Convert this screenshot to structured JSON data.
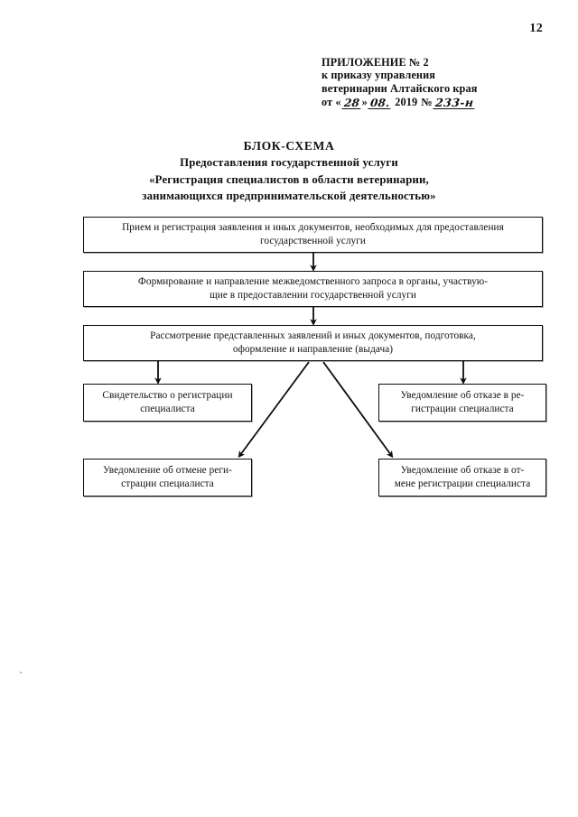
{
  "page": {
    "number": "12"
  },
  "header": {
    "lines": [
      "ПРИЛОЖЕНИЕ № 2",
      "к приказу управления",
      "ветеринарии Алтайского края"
    ],
    "date_prefix": "от «",
    "date_day": "28",
    "date_quote": "»",
    "date_month": "08.",
    "date_year": "2019",
    "number_sign": "№",
    "order_number": "233-н"
  },
  "title": {
    "line1": "БЛОК-СХЕМА",
    "line2": "Предоставления государственной услуги",
    "line3": "«Регистрация специалистов в области ветеринарии,",
    "line4": "занимающихся предпринимательской деятельностью»"
  },
  "flowchart": {
    "type": "flowchart",
    "nodes": [
      {
        "id": "intake",
        "line1": "Прием и регистрация заявления и иных документов, необходимых для предоставления",
        "line2": "государственной услуги"
      },
      {
        "id": "request",
        "line1": "Формирование и направление межведомственного запроса в органы, участвую-",
        "line2": "щие в предоставлении государственной услуги"
      },
      {
        "id": "review",
        "line1": "Рассмотрение представленных заявлений и иных документов, подготовка,",
        "line2": "оформление и направление (выдача)"
      },
      {
        "id": "cert",
        "line1": "Свидетельство о регистрации",
        "line2": "специалиста"
      },
      {
        "id": "refuse",
        "line1": "Уведомление об отказе в ре-",
        "line2": "гистрации специалиста"
      },
      {
        "id": "cancel",
        "line1": "Уведомление об отмене реги-",
        "line2": "страции специалиста"
      },
      {
        "id": "refcancel",
        "line1": "Уведомление об отказе в от-",
        "line2": "мене регистрации специалиста"
      }
    ],
    "edges": [
      {
        "from": "intake",
        "to": "request",
        "style": "vertical-arrow"
      },
      {
        "from": "request",
        "to": "review",
        "style": "vertical-arrow"
      },
      {
        "from": "review",
        "to": "cert",
        "style": "vertical-arrow"
      },
      {
        "from": "review",
        "to": "refuse",
        "style": "vertical-arrow"
      },
      {
        "from": "review",
        "to": "cancel",
        "style": "diagonal-arrow"
      },
      {
        "from": "review",
        "to": "refcancel",
        "style": "diagonal-arrow"
      }
    ],
    "line_color": "#0d0d0d"
  }
}
